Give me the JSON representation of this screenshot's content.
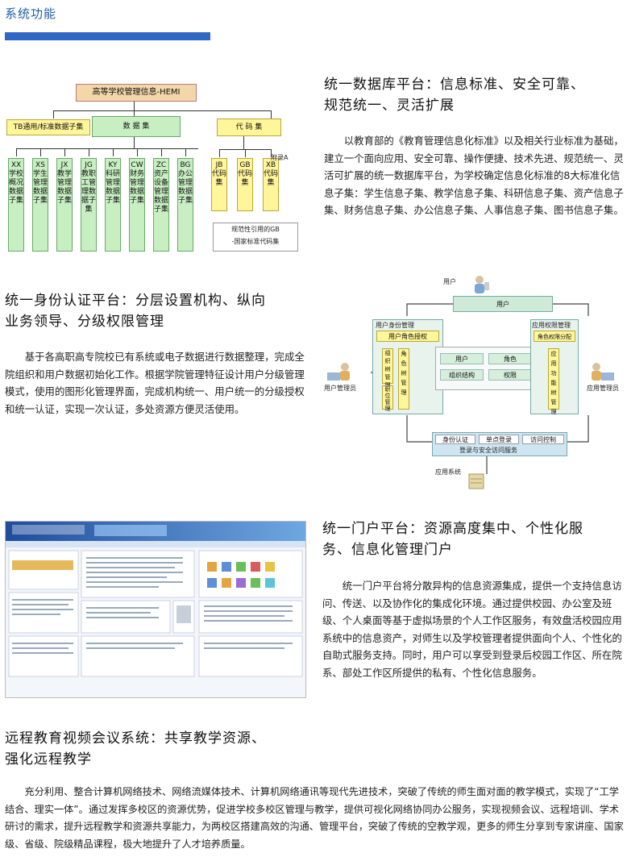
{
  "page_title": "系统功能",
  "sections": [
    {
      "heading_line1": "统一数据库平台：信息标准、安全可靠、",
      "heading_line2": "规范统一、灵活扩展",
      "paragraph": "以教育部的《教育管理信息化标准》以及相关行业标准为基础，建立一个面向应用、安全可靠、操作便捷、技术先进、规范统一、灵活可扩展的统一数据库平台，为学校确定信息化标准的8大标准化信息子集：学生信息子集、教学信息子集、科研信息子集、资产信息子集、财务信息子集、办公信息子集、人事信息子集、图书信息子集。"
    },
    {
      "heading_line1": "统一身份认证平台：分层设置机构、纵向",
      "heading_line2": "业务领导、分级权限管理",
      "paragraph": "基于各高职高专院校已有系统或电子数据进行数据整理，完成全院组织和用户数据初始化工作。根据学院管理特征设计用户分级管理模式，使用的图形化管理界面，完成机构统一、用户统一的分级授权和统一认证，实现一次认证，多处资源方便灵活使用。"
    },
    {
      "heading_line1": "统一门户平台：资源高度集中、个性化服",
      "heading_line2": "务、信息化管理门户",
      "paragraph": "统一门户平台将分散异构的信息资源集成，提供一个支持信息访问、传送、以及协作化的集成化环境。通过提供校园、办公室及班级、个人桌面等基于虚拟场景的个人工作区服务，有效盘活校园应用系统中的信息资产，对师生以及学校管理者提供面向个人、个性化的自助式服务支持。同时，用户可以享受到登录后校园工作区、所在院系、部处工作区所提供的私有、个性化信息服务。"
    },
    {
      "heading_line1": "远程教育视频会议系统：共享教学资源、",
      "heading_line2": "强化远程教学",
      "paragraph": "充分利用、整合计算机网络技术、网络流媒体技术、计算机网络通讯等现代先进技术，突破了传统的师生面对面的教学模式，实现了“工学结合、理实一体”。通过发挥多校区的资源优势，促进学校多校区管理与教学，提供可视化网络协同办公服务，实现视频会议、远程培训、学术研讨的需求，提升远程教学和资源共享能力，为两校区搭建高效的沟通、管理平台，突破了传统的空教学观，更多的师生分享到专家讲座、国家级、省级、院级精品课程，极大地提升了人才培养质量。"
    }
  ],
  "diagram_db": {
    "top": "高等学校管理信息-HEMI",
    "tb": "TB通用/标准数据子集",
    "data": "数 据 集",
    "code": "代 码 集",
    "appendix": "附录A",
    "ref_line1": "规范性引用的GB",
    "ref_line2": "-国家标准代码集",
    "data_items": [
      {
        "code": "XX",
        "name": "学校概况数据子集"
      },
      {
        "code": "XS",
        "name": "学生管理数据子集"
      },
      {
        "code": "JX",
        "name": "教学管理数据子集"
      },
      {
        "code": "JG",
        "name": "教职工管理数据子集"
      },
      {
        "code": "KY",
        "name": "科研管理数据子集"
      },
      {
        "code": "CW",
        "name": "财务管理数据子集"
      },
      {
        "code": "ZC",
        "name": "资产设备管理数据子集"
      },
      {
        "code": "BG",
        "name": "办公管理数据子集"
      }
    ],
    "code_items": [
      {
        "code": "JB",
        "name": "代码集"
      },
      {
        "code": "GB",
        "name": "代码集"
      },
      {
        "code": "XB",
        "name": "代码集"
      }
    ]
  },
  "diagram_auth": {
    "user_top": "用户",
    "user_box": "用户",
    "identity_platform": "用户身份管理",
    "role_authz": "用户角色授权",
    "org_mgmt": "组织树管理",
    "position_mgmt": "职位管理",
    "role_tree": "角色树管理",
    "center_user": "用户",
    "center_role": "角色",
    "center_org": "组织结构",
    "center_perm": "权限",
    "perm_platform": "应用权限管理",
    "role_assign": "角色权限分配",
    "app_tree": "应用功能树管理",
    "auth": "身份认证",
    "sso": "单点登录",
    "access": "访问控制",
    "login_service": "登录与安全访问服务",
    "user_admin": "用户管理员",
    "app_admin": "应用管理员",
    "app_system": "应用系统"
  },
  "colors": {
    "title": "#1f5fa8",
    "bar": "#2e67c4",
    "green": "#c8efc2",
    "yellow": "#fff59a"
  }
}
